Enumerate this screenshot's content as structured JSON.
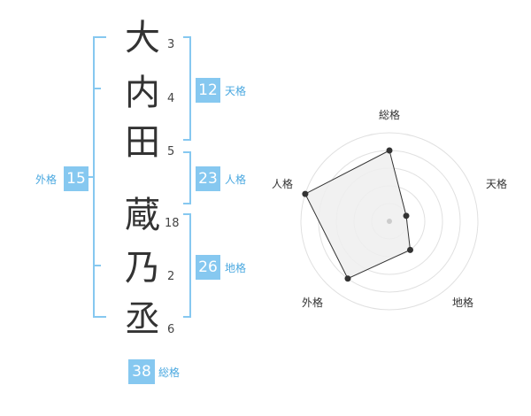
{
  "name": {
    "chars": [
      {
        "char": "大",
        "strokes": "3"
      },
      {
        "char": "内",
        "strokes": "4"
      },
      {
        "char": "田",
        "strokes": "5"
      },
      {
        "char": "蔵",
        "strokes": "18"
      },
      {
        "char": "乃",
        "strokes": "2"
      },
      {
        "char": "丞",
        "strokes": "6"
      }
    ]
  },
  "kakusu": {
    "tenkaku": {
      "value": "12",
      "label": "天格"
    },
    "jinkaku": {
      "value": "23",
      "label": "人格"
    },
    "chikaku": {
      "value": "26",
      "label": "地格"
    },
    "gaikaku": {
      "value": "15",
      "label": "外格"
    },
    "soukaku": {
      "value": "38",
      "label": "総格"
    }
  },
  "chart_data": {
    "type": "radar",
    "axes": [
      "総格",
      "天格",
      "地格",
      "外格",
      "人格"
    ],
    "values": [
      4,
      1,
      2,
      4,
      5
    ],
    "max": 5,
    "rings": 5,
    "fill_color": "#eeeeee",
    "line_color": "#333333",
    "ring_color": "#e0e0e0"
  },
  "colors": {
    "accent": "#86c8f0",
    "accent_text": "#4aa8e0"
  }
}
